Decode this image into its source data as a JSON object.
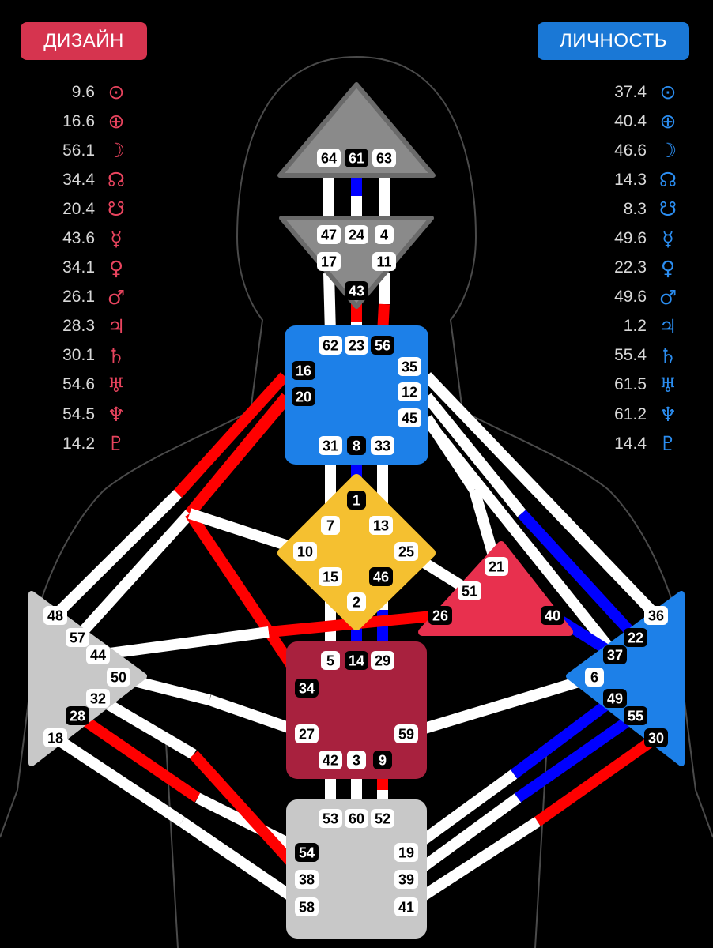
{
  "design_label": "ДИЗАЙН",
  "personality_label": "ЛИЧНОСТЬ",
  "colors": {
    "design": "#ff0000",
    "personality": "#0000ff",
    "white": "#ffffff"
  },
  "design_planets": [
    {
      "value": "9.6",
      "symbol": "⊙",
      "icon": "sun-icon"
    },
    {
      "value": "16.6",
      "symbol": "⊕",
      "icon": "earth-icon"
    },
    {
      "value": "56.1",
      "symbol": "☽",
      "icon": "moon-icon"
    },
    {
      "value": "34.4",
      "symbol": "☊",
      "icon": "north-node-icon"
    },
    {
      "value": "20.4",
      "symbol": "☋",
      "icon": "south-node-icon"
    },
    {
      "value": "43.6",
      "symbol": "☿",
      "icon": "mercury-icon"
    },
    {
      "value": "34.1",
      "symbol": "♀",
      "icon": "venus-icon"
    },
    {
      "value": "26.1",
      "symbol": "♂",
      "icon": "mars-icon"
    },
    {
      "value": "28.3",
      "symbol": "♃",
      "icon": "jupiter-icon"
    },
    {
      "value": "30.1",
      "symbol": "♄",
      "icon": "saturn-icon"
    },
    {
      "value": "54.6",
      "symbol": "♅",
      "icon": "uranus-icon"
    },
    {
      "value": "54.5",
      "symbol": "♆",
      "icon": "neptune-icon"
    },
    {
      "value": "14.2",
      "symbol": "♇",
      "icon": "pluto-icon"
    }
  ],
  "personality_planets": [
    {
      "value": "37.4",
      "symbol": "⊙",
      "icon": "sun-icon"
    },
    {
      "value": "40.4",
      "symbol": "⊕",
      "icon": "earth-icon"
    },
    {
      "value": "46.6",
      "symbol": "☽",
      "icon": "moon-icon"
    },
    {
      "value": "14.3",
      "symbol": "☊",
      "icon": "north-node-icon"
    },
    {
      "value": "8.3",
      "symbol": "☋",
      "icon": "south-node-icon"
    },
    {
      "value": "49.6",
      "symbol": "☿",
      "icon": "mercury-icon"
    },
    {
      "value": "22.3",
      "symbol": "♀",
      "icon": "venus-icon"
    },
    {
      "value": "49.6",
      "symbol": "♂",
      "icon": "mars-icon"
    },
    {
      "value": "1.2",
      "symbol": "♃",
      "icon": "jupiter-icon"
    },
    {
      "value": "55.4",
      "symbol": "♄",
      "icon": "saturn-icon"
    },
    {
      "value": "61.5",
      "symbol": "♅",
      "icon": "uranus-icon"
    },
    {
      "value": "61.2",
      "symbol": "♆",
      "icon": "neptune-icon"
    },
    {
      "value": "14.4",
      "symbol": "♇",
      "icon": "pluto-icon"
    }
  ],
  "centers": [
    {
      "id": "head",
      "gates": [
        "64",
        "61",
        "63"
      ],
      "defined": false,
      "color": "#8a8a8a"
    },
    {
      "id": "ajna",
      "gates": [
        "47",
        "24",
        "4",
        "17",
        "43",
        "11"
      ],
      "defined": false,
      "color": "#8a8a8a"
    },
    {
      "id": "throat",
      "gates": [
        "62",
        "23",
        "56",
        "16",
        "35",
        "20",
        "12",
        "45",
        "31",
        "8",
        "33"
      ],
      "defined": true,
      "color": "#1d80e8"
    },
    {
      "id": "g",
      "gates": [
        "1",
        "7",
        "13",
        "10",
        "25",
        "15",
        "46",
        "2"
      ],
      "defined": true,
      "color": "#f5c030"
    },
    {
      "id": "heart",
      "gates": [
        "21",
        "51",
        "26",
        "40"
      ],
      "defined": true,
      "color": "#e8304e"
    },
    {
      "id": "spleen",
      "gates": [
        "48",
        "57",
        "44",
        "50",
        "32",
        "28",
        "18"
      ],
      "defined": false,
      "color": "#c8c8c8"
    },
    {
      "id": "sacral",
      "gates": [
        "5",
        "14",
        "29",
        "34",
        "27",
        "59",
        "42",
        "3",
        "9"
      ],
      "defined": true,
      "color": "#a8213e"
    },
    {
      "id": "solar-plexus",
      "gates": [
        "36",
        "22",
        "37",
        "6",
        "49",
        "55",
        "30"
      ],
      "defined": true,
      "color": "#1d80e8"
    },
    {
      "id": "root",
      "gates": [
        "53",
        "60",
        "52",
        "54",
        "19",
        "38",
        "39",
        "58",
        "41"
      ],
      "defined": false,
      "color": "#c8c8c8"
    }
  ],
  "activated_gates": {
    "design": [
      "61",
      "43",
      "56",
      "16",
      "20",
      "8",
      "34",
      "14",
      "26",
      "9",
      "28",
      "54"
    ],
    "personality": [
      "1",
      "46",
      "40",
      "22",
      "37",
      "49",
      "55",
      "30"
    ]
  }
}
